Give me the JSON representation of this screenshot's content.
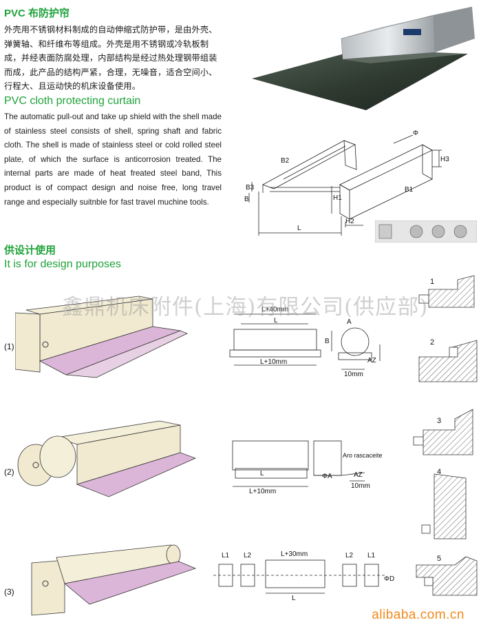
{
  "section1": {
    "title_cn": "PVC 布防护帘",
    "body_cn": "外壳用不锈钢材料制成的自动伸缩式防护带，是由外壳、弹簧轴、和纤维布等组成。外壳是用不锈钢或冷轨板制成，并经表面防腐处理，内部结构是经过热处理钢带组装而成，此产品的结构严紧，合理，无噪音，适合空间小、行程大、且运动快的机床设备使用。",
    "title_en": "PVC cloth protecting curtain",
    "body_en": "The automatic pull-out and take up shield with the shell made of stainless steel consists of shell, spring shaft and fabric cloth. The shell is made of stainless steel or cold rolled steel plate, of which the surface is anticorrosion treated. The internal parts are made of heat freated steel band, This product is of compact design and noise free, long travel range and especially suitnble for fast travel muchine tools."
  },
  "section2": {
    "title_cn": "供设计使用",
    "title_en": "It is for design purposes"
  },
  "watermark": "鑫鼎机床附件(上海)有限公司(供应部)",
  "footer": "alibaba.com.cn",
  "colors": {
    "heading_green": "#1fa23a",
    "footer_orange": "#f08a1c",
    "box_beige": "#f1ead0",
    "cloth_pink": "#dcb6d8"
  },
  "dims_top": {
    "b2": "B2",
    "b3": "B3",
    "b": "B",
    "l": "L",
    "h1": "H1",
    "h2": "H2",
    "h3": "H3",
    "b1": "B1",
    "phi": "Φ"
  },
  "rows": [
    {
      "label": "(1)",
      "top": "L+40mm",
      "mid": "L",
      "bottom": "L+10mm",
      "a": "A",
      "b": "B",
      "az": "AZ",
      "w": "10mm"
    },
    {
      "label": "(2)",
      "l": "L",
      "bottom": "L+10mm",
      "aro": "Aro rascaceite",
      "phia": "ΦA",
      "az": "AZ",
      "w": "10mm"
    },
    {
      "label": "(3)",
      "l1a": "L1",
      "l2a": "L2",
      "top": "L+30mm",
      "l": "L",
      "l2b": "L2",
      "l1b": "L1",
      "phid": "ΦD"
    }
  ],
  "mounts": [
    "1",
    "2",
    "3",
    "4",
    "5"
  ]
}
